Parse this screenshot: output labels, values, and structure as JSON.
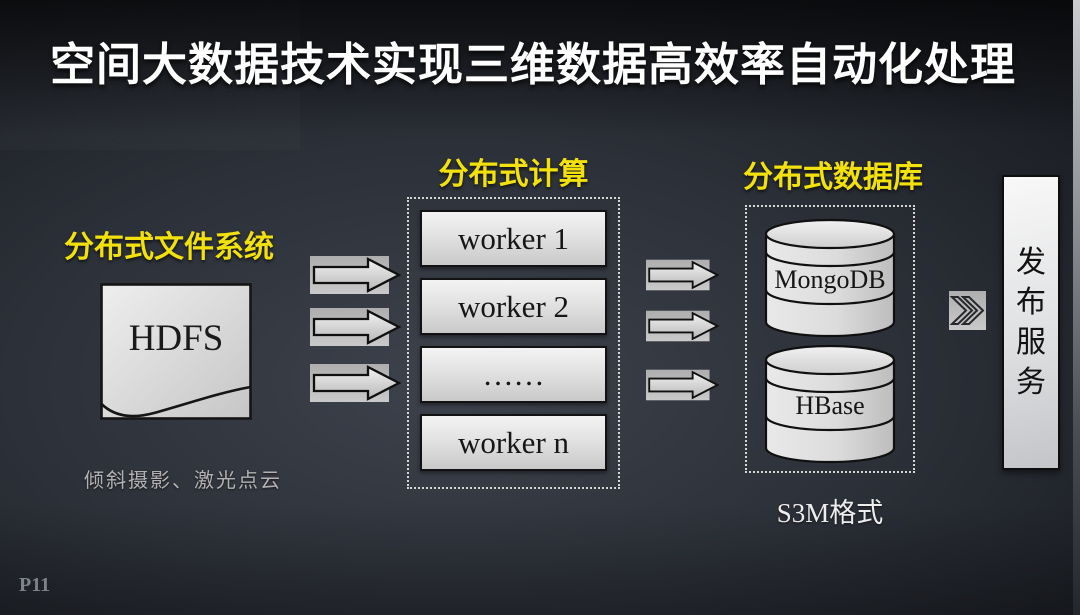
{
  "title": "空间大数据技术实现三维数据高效率自动化处理",
  "page_number": "P11",
  "flow": {
    "file_system": {
      "heading": "分布式文件系统",
      "node_label": "HDFS",
      "caption": "倾斜摄影、激光点云"
    },
    "compute": {
      "heading": "分布式计算",
      "workers": [
        "worker 1",
        "worker 2",
        "……",
        "worker n"
      ]
    },
    "database": {
      "heading": "分布式数据库",
      "nodes": [
        "MongoDB",
        "HBase"
      ],
      "caption": "S3M格式"
    },
    "publish": {
      "label": "发布服务",
      "chars": [
        "发",
        "布",
        "服",
        "务"
      ]
    }
  },
  "icons": {
    "flow_arrow": "block-arrow-right",
    "chevron": "double-chevron-right"
  },
  "colors": {
    "accent_yellow": "#f2e10a",
    "title_white": "#ffffff",
    "node_fill_light": "#f3f3f3",
    "node_fill_dark": "#c6c6c6",
    "border_black": "#121212",
    "caption_gray": "#b2b2b2",
    "background_dark": "#1b1e24"
  }
}
